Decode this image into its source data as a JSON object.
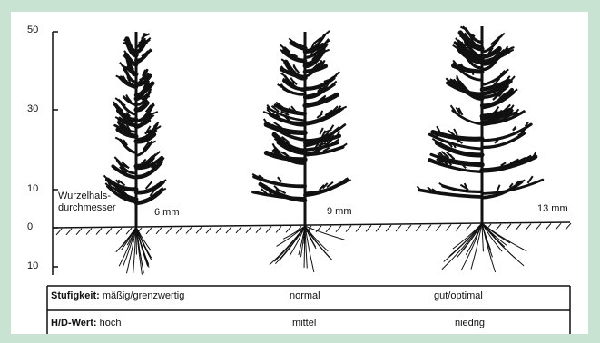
{
  "axis": {
    "ticks": [
      "50",
      "30",
      "10",
      "0",
      "10"
    ]
  },
  "annotation": {
    "line1": "Wurzelhals-",
    "line2": "durchmesser"
  },
  "trees": [
    {
      "diameter": "6 mm"
    },
    {
      "diameter": "9 mm"
    },
    {
      "diameter": "13 mm"
    }
  ],
  "rows": {
    "stufigkeit": {
      "label": "Stufigkeit:",
      "values": [
        "mäßig/grenzwertig",
        "normal",
        "gut/optimal"
      ]
    },
    "hd": {
      "label": "H/D-Wert:",
      "values": [
        "hoch",
        "mittel",
        "niedrig"
      ]
    }
  }
}
